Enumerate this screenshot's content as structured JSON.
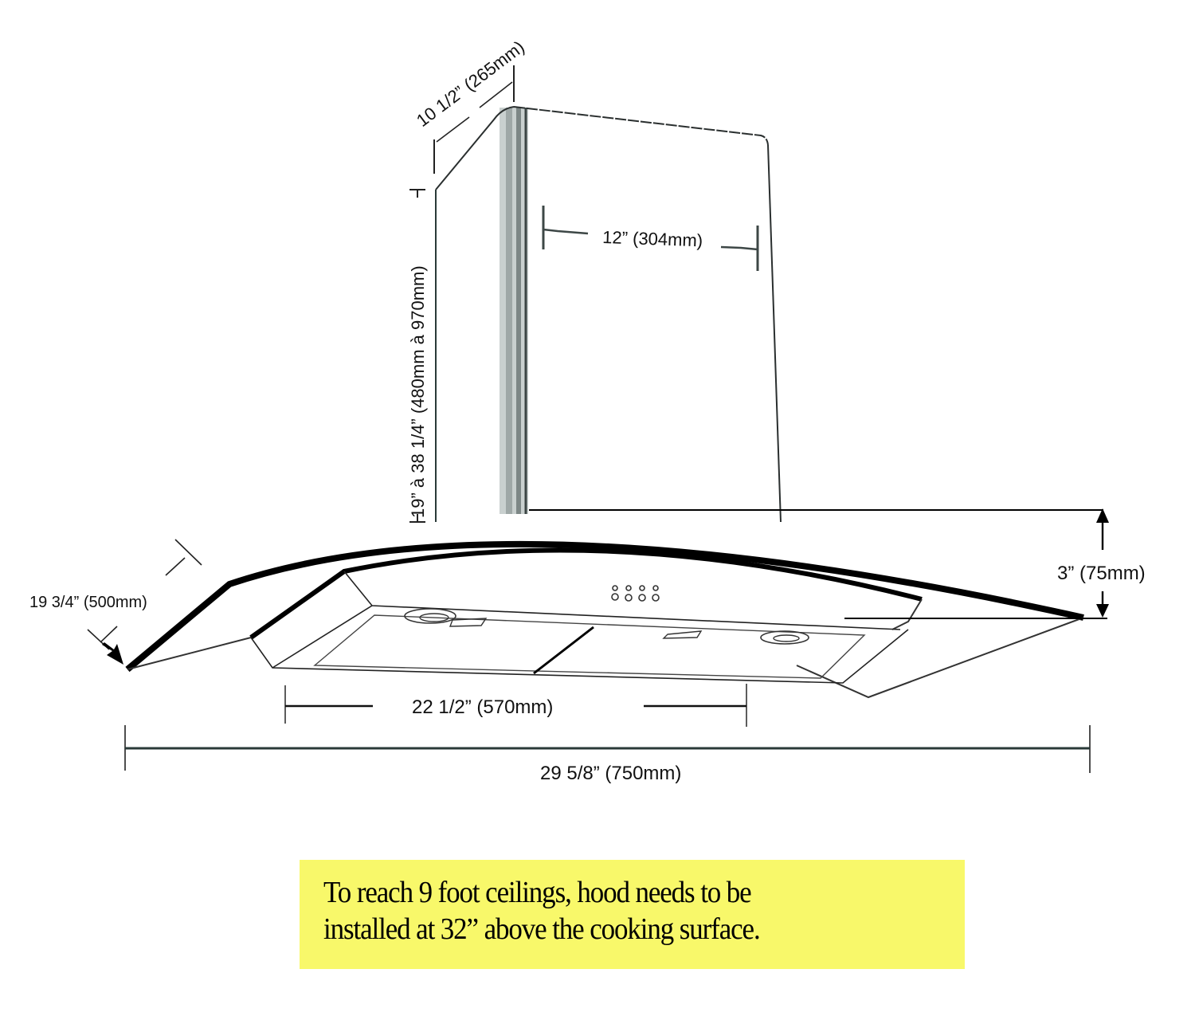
{
  "diagram": {
    "subject": "Island/wall range hood with curved glass canopy and chimney",
    "dimensions": {
      "chimney_depth": "10 1/2” (265mm)",
      "chimney_height_range": "19” à 38 1/4”  (480mm à  970mm)",
      "chimney_width": "12” (304mm)",
      "canopy_depth": "19 3/4” (500mm)",
      "canopy_height": "3” (75mm)",
      "body_width": "22 1/2” (570mm)",
      "overall_width": "29 5/8” (750mm)"
    },
    "control_panel": {
      "buttons_top_row": 4,
      "buttons_bottom_row": 4
    }
  },
  "note": {
    "line1": "To reach 9 foot ceilings, hood needs to be",
    "line2": "installed at 32” above the cooking surface.",
    "background_color": "#f8f86a"
  }
}
